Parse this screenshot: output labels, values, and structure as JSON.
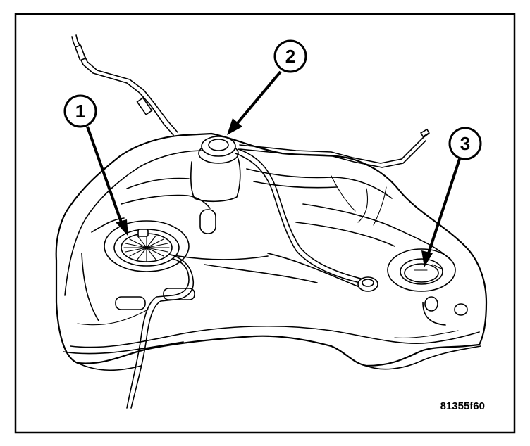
{
  "callouts": [
    {
      "label": "1"
    },
    {
      "label": "2"
    },
    {
      "label": "3"
    }
  ],
  "figure_id": "81355f60"
}
